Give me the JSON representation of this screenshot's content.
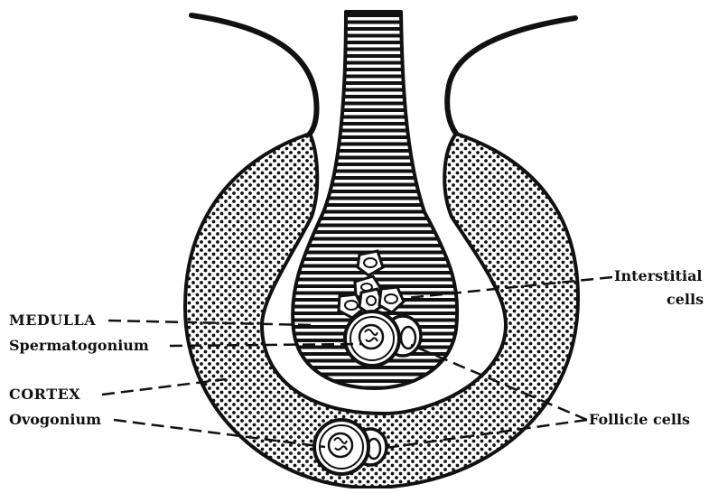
{
  "diagram": {
    "labels": {
      "medulla": "MEDULLA",
      "spermatogonium": "Spermatogonium",
      "cortex": "CORTEX",
      "ovogonium": "Ovogonium",
      "interstitial_line1": "Interstitial",
      "interstitial_line2": "cells",
      "follicle_cells": "Follicle cells"
    }
  },
  "colors": {
    "ink": "#111111",
    "paper": "#ffffff"
  }
}
